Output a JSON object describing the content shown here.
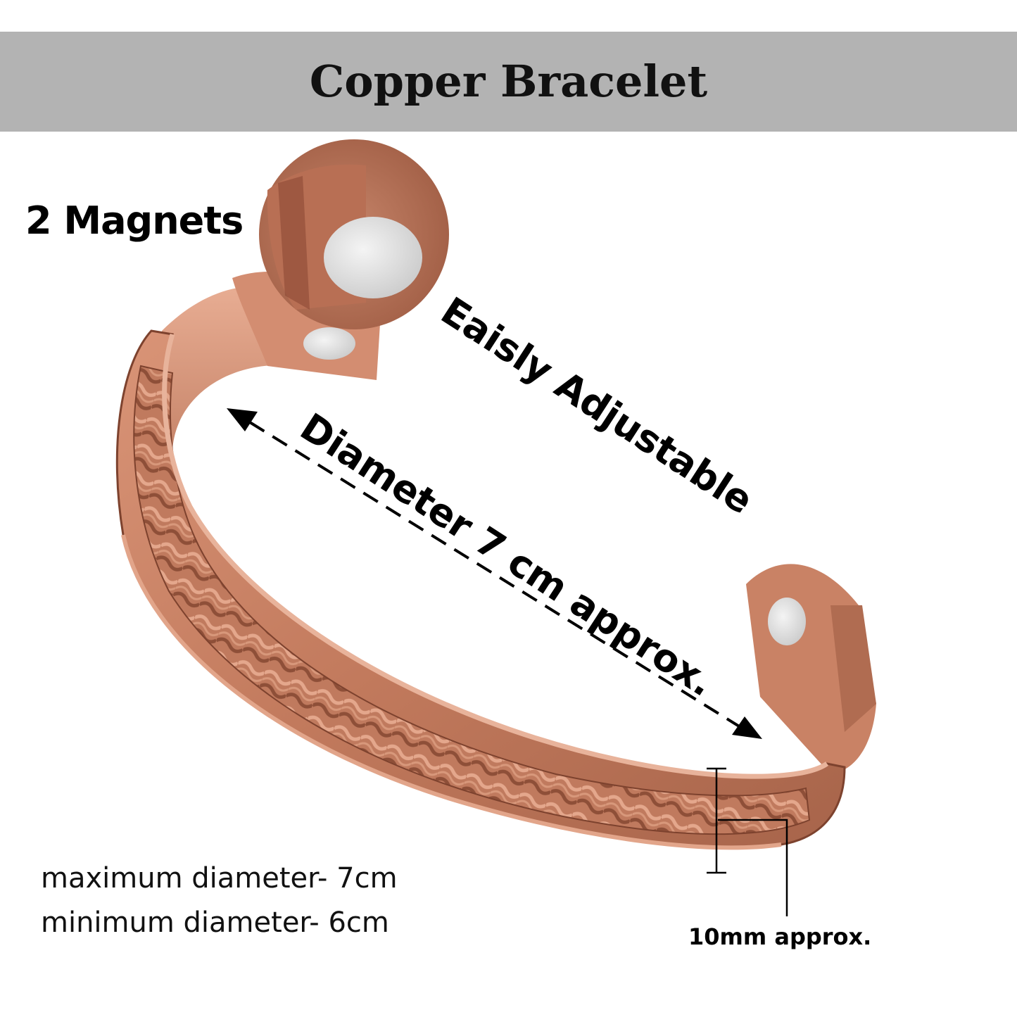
{
  "title": "Copper Bracelet",
  "labels": {
    "magnets": "2 Magnets",
    "adjustable": "Eaisly Adjustable",
    "diameter": "Diameter 7 cm approx.",
    "max_diameter": "maximum diameter- 7cm",
    "min_diameter": "minimum diameter- 6cm",
    "width": "10mm approx."
  },
  "colors": {
    "banner": "#b3b3b3",
    "copper_dark": "#9c5a40",
    "copper_mid": "#c98265",
    "copper_light": "#e2a58a",
    "magnet": "#e2e2e2",
    "text": "#000000"
  },
  "icons": [
    "magnet-closeup",
    "dashed-diameter-arrow",
    "width-bracket"
  ]
}
